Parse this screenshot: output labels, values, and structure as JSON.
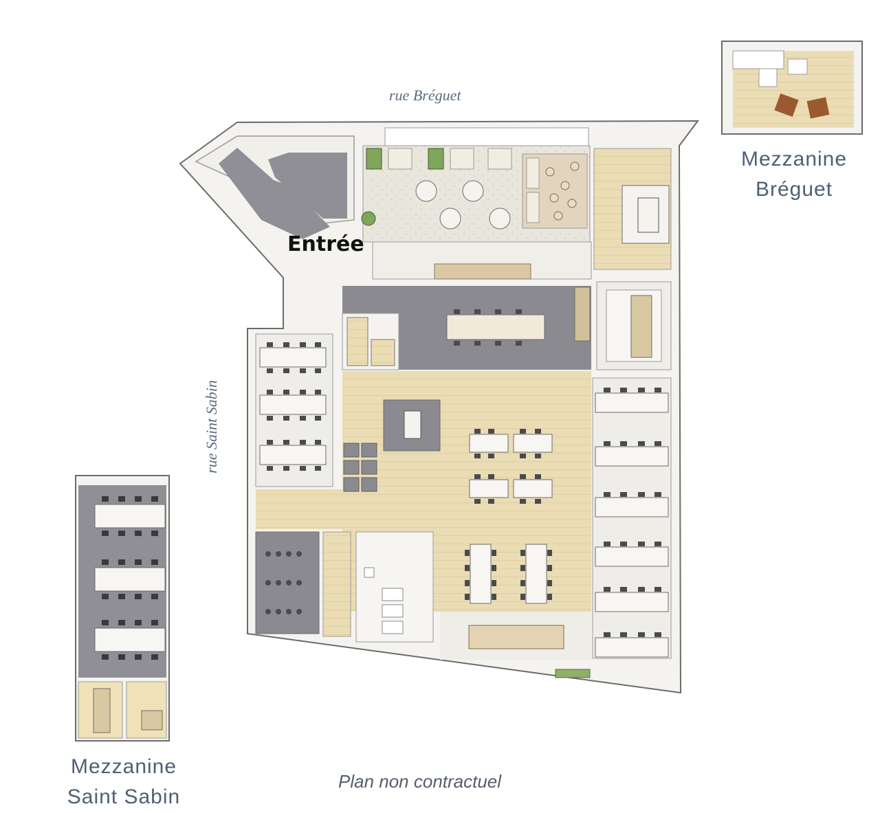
{
  "streets": {
    "north": "rue Bréguet",
    "west": "rue Saint Sabin"
  },
  "entrance_label": "Entrée",
  "mezzanines": {
    "breguet": {
      "line1": "Mezzanine",
      "line2": "Bréguet"
    },
    "saint_sabin": {
      "line1": "Mezzanine",
      "line2": "Saint Sabin"
    }
  },
  "disclaimer": "Plan non contractuel",
  "colors": {
    "wall": "#f4f3f0",
    "wall_stroke": "#6b6b6b",
    "wood_floor": "#eadcb4",
    "grey_floor": "#8e8e93",
    "terrazzo": "#e8e6df",
    "table": "#f5f3ee",
    "chair": "#4a4a4f",
    "label_text": "#4f5f75"
  }
}
